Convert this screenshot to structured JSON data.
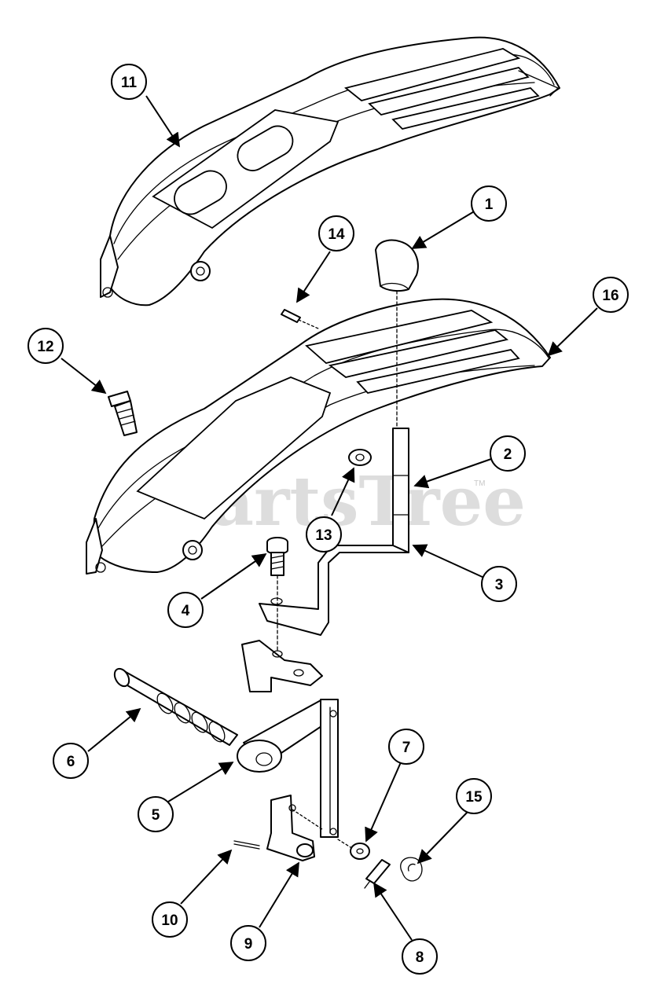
{
  "watermark": {
    "text": "PartsTree",
    "trademark": "TM"
  },
  "callouts": [
    "1",
    "2",
    "3",
    "4",
    "5",
    "6",
    "7",
    "8",
    "9",
    "10",
    "11",
    "12",
    "13",
    "14",
    "15",
    "16"
  ]
}
